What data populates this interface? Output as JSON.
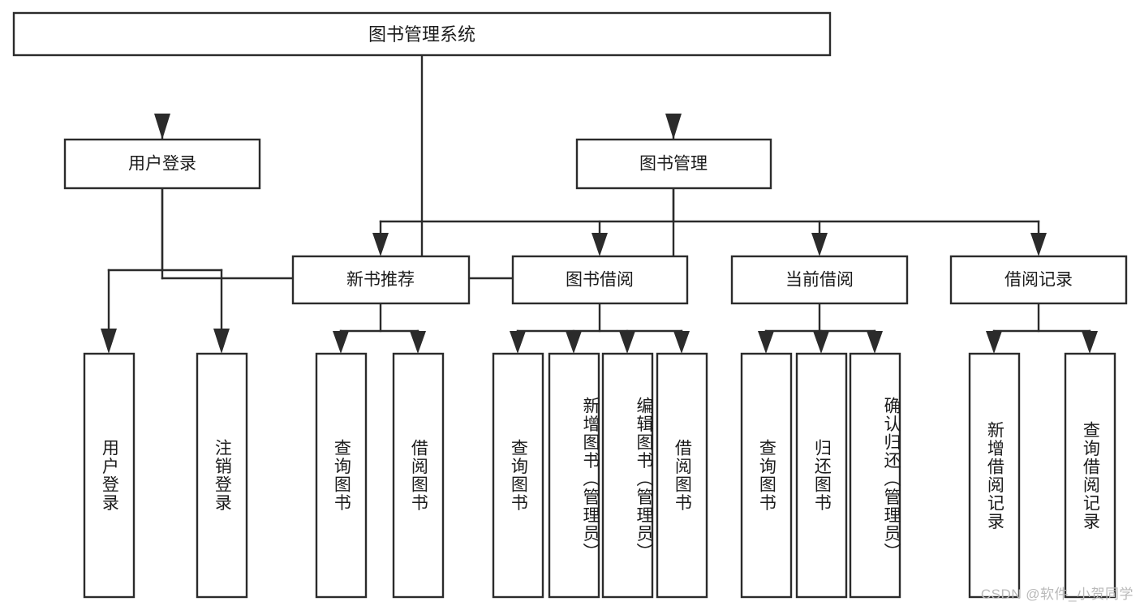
{
  "diagram": {
    "type": "tree-hierarchy",
    "orientation": "top-down",
    "background_color": "#ffffff",
    "line_color": "#2b2b2b",
    "text_color": "#1b1b1b",
    "root": {
      "label": "图书管理系统"
    },
    "level2": [
      {
        "label": "用户登录"
      },
      {
        "label": "图书管理"
      }
    ],
    "level3": [
      {
        "label": "新书推荐"
      },
      {
        "label": "图书借阅"
      },
      {
        "label": "当前借阅"
      },
      {
        "label": "借阅记录"
      }
    ],
    "leaves": {
      "user_login": [
        {
          "label": "用户登录"
        },
        {
          "label": "注销登录"
        }
      ],
      "new_book_recommend": [
        {
          "label": "查询图书"
        },
        {
          "label": "借阅图书"
        }
      ],
      "book_borrow": [
        {
          "label": "查询图书"
        },
        {
          "label": "新增图书（管理员）"
        },
        {
          "label": "编辑图书（管理员）"
        },
        {
          "label": "借阅图书"
        }
      ],
      "current_borrow": [
        {
          "label": "查询图书"
        },
        {
          "label": "归还图书"
        },
        {
          "label": "确认归还（管理员）"
        }
      ],
      "borrow_record": [
        {
          "label": "新增借阅记录"
        },
        {
          "label": "查询借阅记录"
        }
      ]
    }
  },
  "watermark": {
    "text": "CSDN @软件_小贺同学"
  }
}
